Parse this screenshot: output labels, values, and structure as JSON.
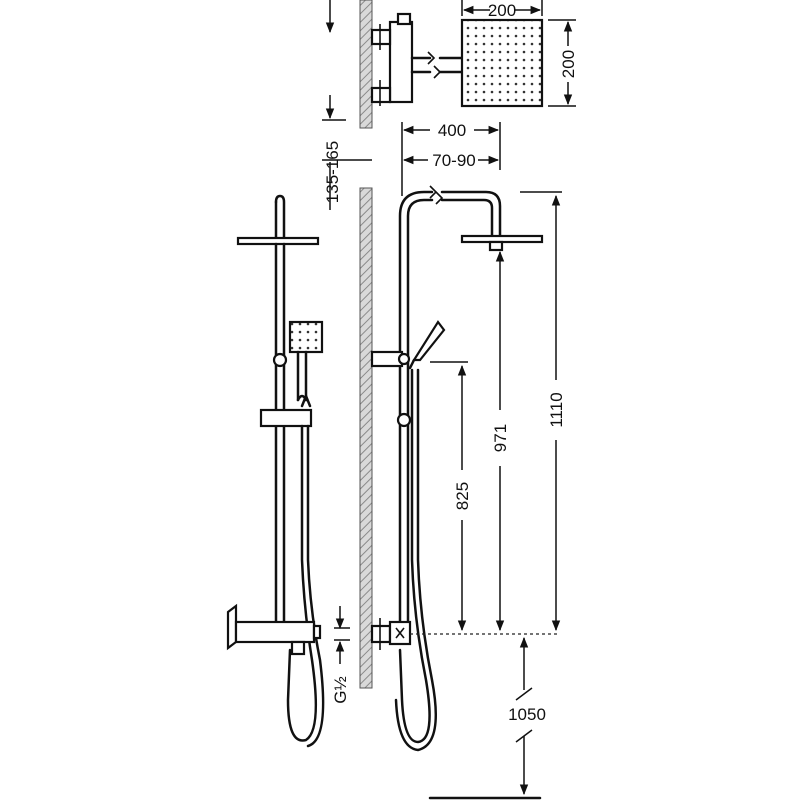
{
  "dimensions": {
    "head_width": "200",
    "head_depth": "200",
    "wall_offset": "135-165",
    "arm_length": "400",
    "arm_clearance": "70-90",
    "column_height": "1110",
    "head_height": "971",
    "holder_height": "825",
    "mixer_height": "1050",
    "inlet_thread": "G½"
  }
}
